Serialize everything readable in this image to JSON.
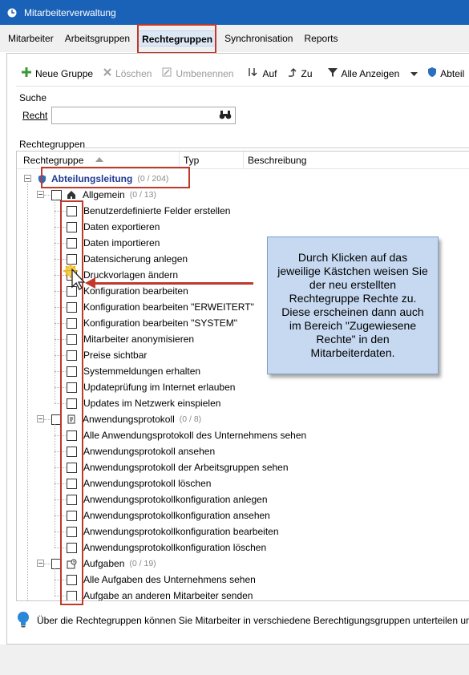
{
  "window": {
    "title": "Mitarbeiterverwaltung"
  },
  "menu": {
    "items": [
      "Mitarbeiter",
      "Arbeitsgruppen",
      "Rechtegruppen",
      "Synchronisation",
      "Reports"
    ],
    "active_index": 2
  },
  "toolbar": {
    "new_group": "Neue Gruppe",
    "delete": "Löschen",
    "rename": "Umbenennen",
    "up": "Auf",
    "down": "Zu",
    "show_all": "Alle Anzeigen",
    "more": "Abteil"
  },
  "search": {
    "section_label": "Suche",
    "field_label": "Recht",
    "value": ""
  },
  "rights": {
    "section_label": "Rechtegruppen",
    "columns": [
      "Rechtegruppe",
      "Typ",
      "Beschreibung"
    ],
    "root": {
      "label": "Abteilungsleitung",
      "count": "(0 / 204)"
    },
    "groups": [
      {
        "label": "Allgemein",
        "count": "(0 / 13)",
        "items": [
          "Benutzerdefinierte Felder erstellen",
          "Daten exportieren",
          "Daten importieren",
          "Datensicherung anlegen",
          "Druckvorlagen ändern",
          "Konfiguration bearbeiten",
          "Konfiguration bearbeiten \"ERWEITERT\"",
          "Konfiguration bearbeiten \"SYSTEM\"",
          "Mitarbeiter anonymisieren",
          "Preise sichtbar",
          "Systemmeldungen erhalten",
          "Updateprüfung im Internet erlauben",
          "Updates im Netzwerk einspielen"
        ]
      },
      {
        "label": "Anwendungsprotokoll",
        "count": "(0 / 8)",
        "items": [
          "Alle Anwendungsprotokoll des Unternehmens sehen",
          "Anwendungsprotokoll ansehen",
          "Anwendungsprotokoll der Arbeitsgruppen sehen",
          "Anwendungsprotokoll löschen",
          "Anwendungsprotokollkonfiguration anlegen",
          "Anwendungsprotokollkonfiguration ansehen",
          "Anwendungsprotokollkonfiguration bearbeiten",
          "Anwendungsprotokollkonfiguration löschen"
        ]
      },
      {
        "label": "Aufgaben",
        "count": "(0 / 19)",
        "items": [
          "Alle Aufgaben des Unternehmens sehen",
          "Aufgabe an anderen Mitarbeiter senden"
        ]
      }
    ]
  },
  "callout": {
    "text": "Durch Klicken auf das jeweilige Kästchen weisen Sie der neu erstellten Rechtegruppe Rechte zu. Diese erscheinen dann auch im Bereich \"Zugewiesene Rechte\" in den Mitarbeiterdaten."
  },
  "footer": {
    "hint": "Über die Rechtegruppen können Sie Mitarbeiter in verschiedene Berechtigungsgruppen unterteilen um"
  },
  "colors": {
    "titlebar": "#1a62b8",
    "annotation_red": "#c0392b",
    "callout_bg": "#c6d9f1",
    "root_label": "#1f3a93"
  }
}
